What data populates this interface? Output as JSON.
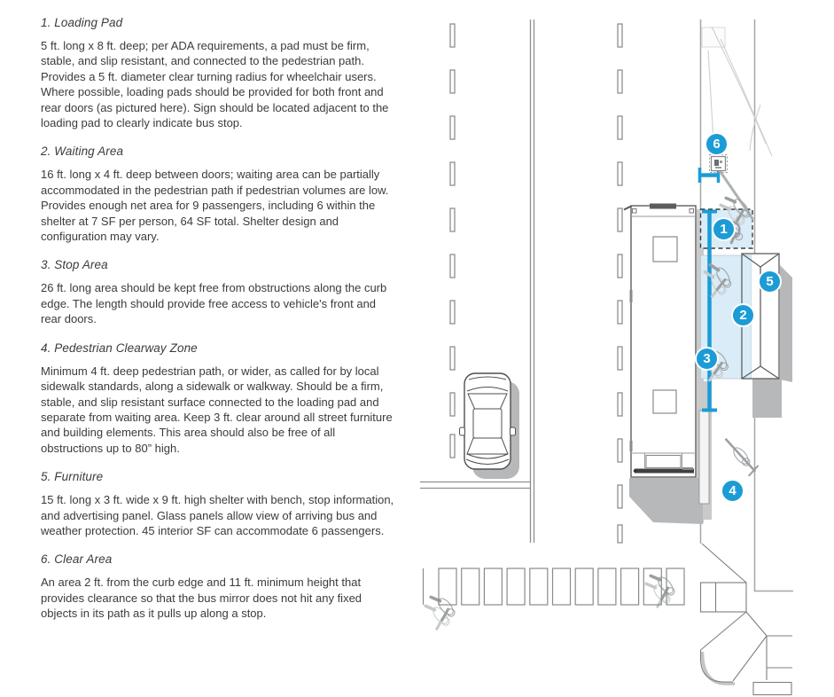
{
  "sections": [
    {
      "heading": "1. Loading Pad",
      "body": "5 ft. long x 8 ft. deep; per ADA requirements, a pad must be firm, stable, and slip resistant, and connected to the pedestrian path. Provides a 5 ft. diameter clear turning radius for wheelchair users. Where possible, loading pads should be provided for both front and rear doors (as pictured here). Sign should be located adjacent to the loading pad to clearly indicate bus stop."
    },
    {
      "heading": "2. Waiting Area",
      "body": "16 ft. long x 4 ft. deep between doors; waiting area can be partially accommodated in the pedestrian path if pedestrian volumes are low. Provides enough net area for 9 passengers, including 6 within the shelter at 7 SF per person, 64 SF total. Shelter design and configuration may vary."
    },
    {
      "heading": "3. Stop Area",
      "body": "26 ft. long area should be kept free from obstructions along the curb edge. The length should provide free access to vehicle's front and rear doors."
    },
    {
      "heading": "4. Pedestrian Clearway Zone",
      "body": "Minimum 4 ft. deep pedestrian path, or wider, as called for by local sidewalk standards, along a sidewalk or walkway. Should be a firm, stable, and slip resistant surface connected to the loading pad and separate from waiting area. Keep 3 ft. clear around all street furniture and building elements. This area should also be free of all obstructions up to 80” high."
    },
    {
      "heading": "5. Furniture",
      "body": "15 ft. long x 3 ft. wide x 9 ft. high shelter with bench, stop information, and advertising panel. Glass panels allow view of arriving bus and weather protection. 45 interior SF can accommodate 6 passengers."
    },
    {
      "heading": "6. Clear Area",
      "body": "An area 2 ft. from the curb edge and 11 ft. minimum height that provides clearance so that the bus mirror does not hit any fixed objects in its path as it pulls up along a stop."
    }
  ],
  "callouts": [
    {
      "number": "1",
      "refers_to": "loading-pad"
    },
    {
      "number": "2",
      "refers_to": "waiting-area"
    },
    {
      "number": "3",
      "refers_to": "stop-area"
    },
    {
      "number": "4",
      "refers_to": "pedestrian-clearway-zone"
    },
    {
      "number": "5",
      "refers_to": "furniture-shelter"
    },
    {
      "number": "6",
      "refers_to": "clear-area"
    }
  ],
  "diagram": {
    "icons": [
      "bus-top-view",
      "car-top-view",
      "bus-shelter",
      "bus-stop-sign-icon",
      "pedestrian-silhouette",
      "wheelchair-user-silhouette",
      "parking-stalls",
      "lane-markings"
    ]
  },
  "colors": {
    "accent_blue": "#1B9CD6",
    "light_blue_fill": "#D9ECF8",
    "line_gray": "#8F8F8F",
    "shadow_gray": "#B6B8BA",
    "silhouette_gray": "#9B9FA1",
    "text_color": "#3B3B3B"
  }
}
